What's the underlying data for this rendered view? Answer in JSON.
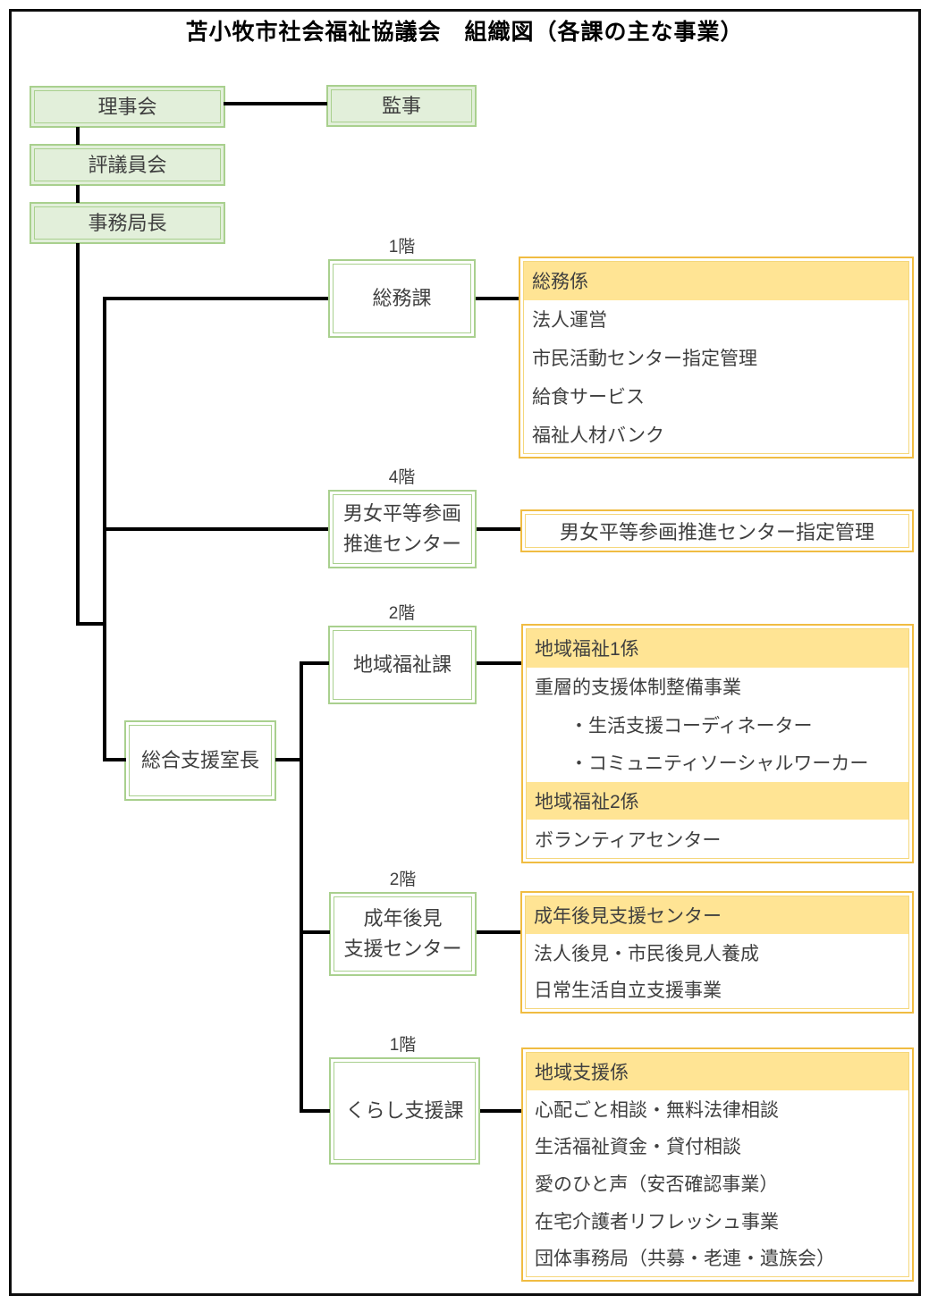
{
  "title": "苫小牧市社会福祉協議会　組織図（各課の主な事業）",
  "governance": {
    "board": "理事会",
    "auditor": "監事",
    "council": "評議員会",
    "secretary_general": "事務局長",
    "support_office_head": "総合支援室長"
  },
  "units": [
    {
      "floor": "1階",
      "dept_line1": "総務課",
      "dept_line2": "",
      "items": [
        {
          "text": "総務係",
          "header": true
        },
        {
          "text": "法人運営",
          "header": false
        },
        {
          "text": "市民活動センター指定管理",
          "header": false
        },
        {
          "text": "給食サービス",
          "header": false
        },
        {
          "text": "福祉人材バンク",
          "header": false
        }
      ]
    },
    {
      "floor": "4階",
      "dept_line1": "男女平等参画",
      "dept_line2": "推進センター",
      "items": [
        {
          "text": "男女平等参画推進センター指定管理",
          "header": false
        }
      ]
    },
    {
      "floor": "2階",
      "dept_line1": "地域福祉課",
      "dept_line2": "",
      "items": [
        {
          "text": "地域福祉1係",
          "header": true
        },
        {
          "text": "重層的支援体制整備事業",
          "header": false
        },
        {
          "text": "・生活支援コーディネーター",
          "header": false,
          "indent": true
        },
        {
          "text": "・コミュニティソーシャルワーカー",
          "header": false,
          "indent": true
        },
        {
          "text": "地域福祉2係",
          "header": true
        },
        {
          "text": "ボランティアセンター",
          "header": false
        }
      ]
    },
    {
      "floor": "2階",
      "dept_line1": "成年後見",
      "dept_line2": "支援センター",
      "items": [
        {
          "text": "成年後見支援センター",
          "header": true
        },
        {
          "text": "法人後見・市民後見人養成",
          "header": false
        },
        {
          "text": "日常生活自立支援事業",
          "header": false
        }
      ]
    },
    {
      "floor": "1階",
      "dept_line1": "くらし支援課",
      "dept_line2": "",
      "items": [
        {
          "text": "地域支援係",
          "header": true
        },
        {
          "text": "心配ごと相談・無料法律相談",
          "header": false
        },
        {
          "text": "生活福祉資金・貸付相談",
          "header": false
        },
        {
          "text": "愛のひと声（安否確認事業）",
          "header": false
        },
        {
          "text": "在宅介護者リフレッシュ事業",
          "header": false
        },
        {
          "text": "団体事務局（共募・老連・遺族会）",
          "header": false
        }
      ]
    }
  ],
  "colors": {
    "green_border": "#a9d08e",
    "green_fill": "#e2efda",
    "gold_border": "#f0bc42",
    "gold_border_inner": "#f5d77c",
    "gold_header_fill": "#ffe494",
    "connector": "#000000",
    "text": "#3f3f3f"
  }
}
